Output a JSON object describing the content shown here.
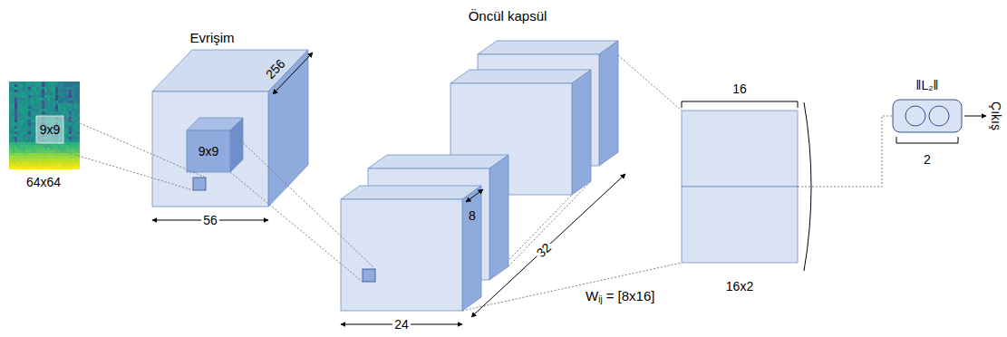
{
  "diagram": {
    "nodes": [
      {
        "text": [
          "9x9",
          "64x64"
        ]
      },
      {
        "text": [
          "Evrişim"
        ]
      },
      {
        "text": [
          "9x9"
        ],
        "in": 1
      },
      {
        "text": [
          "Öncül kapsül"
        ]
      },
      {
        "text": [
          "16",
          "16x2"
        ]
      },
      {
        "text": [
          "‖L₂‖",
          "2"
        ]
      }
    ],
    "edges": [
      {
        "from": 3,
        "to": 4,
        "arrow": "none"
      },
      {
        "from": 4,
        "to": 5,
        "arrow": "none"
      }
    ],
    "labels": [
      "256",
      "56",
      "8",
      "32",
      "24",
      "W",
      "ij",
      "= [8x16]",
      "Çıkış"
    ]
  }
}
